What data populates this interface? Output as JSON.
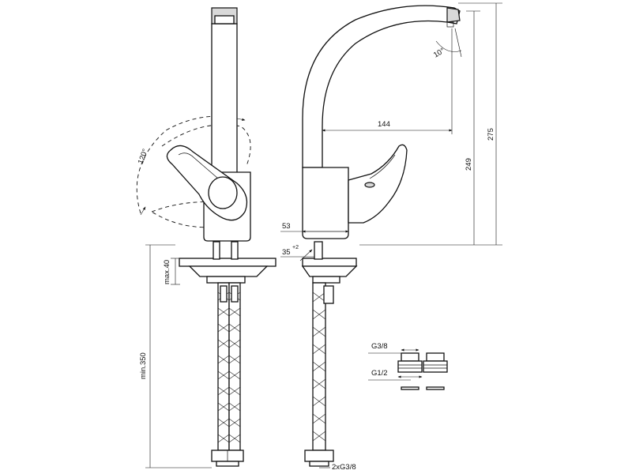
{
  "dimensions": {
    "spout_reach": "144",
    "total_height": "275",
    "spout_height": "249",
    "body_diameter": "53",
    "mount_hole": "35",
    "mount_hole_tolerance": "+2",
    "max_deck_thickness": "max.40",
    "min_hose_length": "min.350",
    "handle_rotation": "120°",
    "spout_angle": "10°",
    "hose_connection": "2xG3/8"
  },
  "adapters": {
    "thread_top": "G3/8",
    "thread_bottom": "G1/2"
  }
}
